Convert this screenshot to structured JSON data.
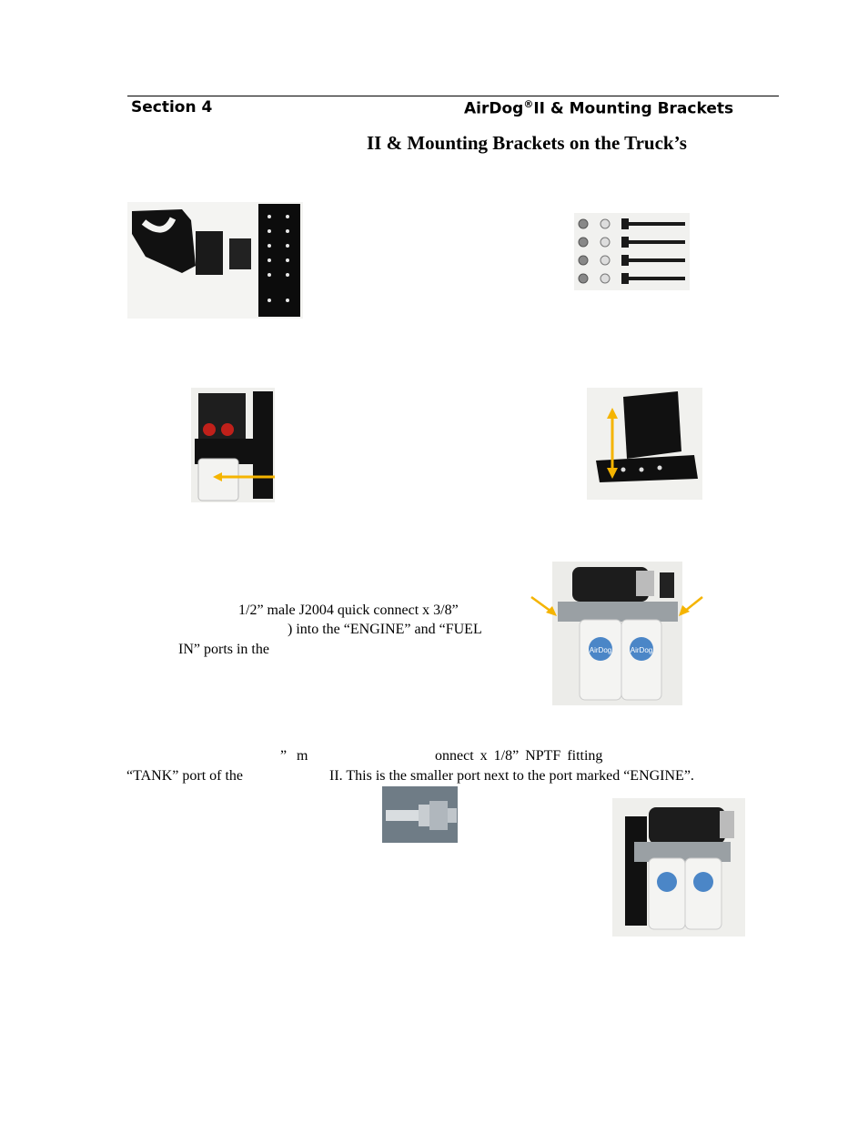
{
  "header": {
    "section": "Section 4",
    "brand": "AirDog",
    "registered_mark": "®",
    "suffix": "II & Mounting Brackets"
  },
  "heading": "II & Mounting Brackets on the Truck’s",
  "step3": {
    "line1": "1/2” male J2004 quick connect x 3/8”",
    "line2": ") into the “ENGINE” and “FUEL",
    "line3": "IN” ports in the"
  },
  "step4": {
    "frag1": "”",
    "frag2": "m",
    "frag3": "onnect x 1/8” NPTF fitting",
    "line2a": "“TANK” port of the",
    "line2b": "II. This is the smaller port next to the port marked “ENGINE”."
  },
  "pump_labels": {
    "brand": "AirDog"
  },
  "colors": {
    "arrow": "#f5b400",
    "bracket": "#121212",
    "filter": "#eef0ee"
  },
  "icons": [
    "bracket-kit-photo",
    "bolts-nuts-photo",
    "pump-on-bracket-photo",
    "bracket-arrow-photo",
    "airdog-pump-photo",
    "fitting-photo",
    "assembled-pump-photo"
  ]
}
